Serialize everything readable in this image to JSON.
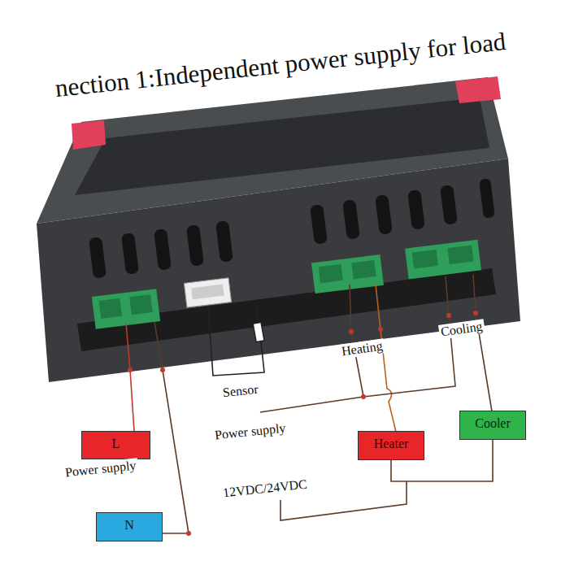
{
  "diagram": {
    "title": "nection 1:Independent power supply for load",
    "nodes": [
      {
        "text": [
          "L"
        ]
      },
      {
        "text": [
          "N"
        ]
      },
      {
        "text": [
          "Heater"
        ]
      },
      {
        "text": [
          "Cooler"
        ]
      }
    ],
    "edges": [
      {
        "from": 2,
        "to": 3,
        "arrow": "none"
      }
    ],
    "labels": [
      "Power supply",
      "Sensor",
      "Heating",
      "Cooling",
      "Power supply",
      "12VDC/24VDC"
    ]
  }
}
